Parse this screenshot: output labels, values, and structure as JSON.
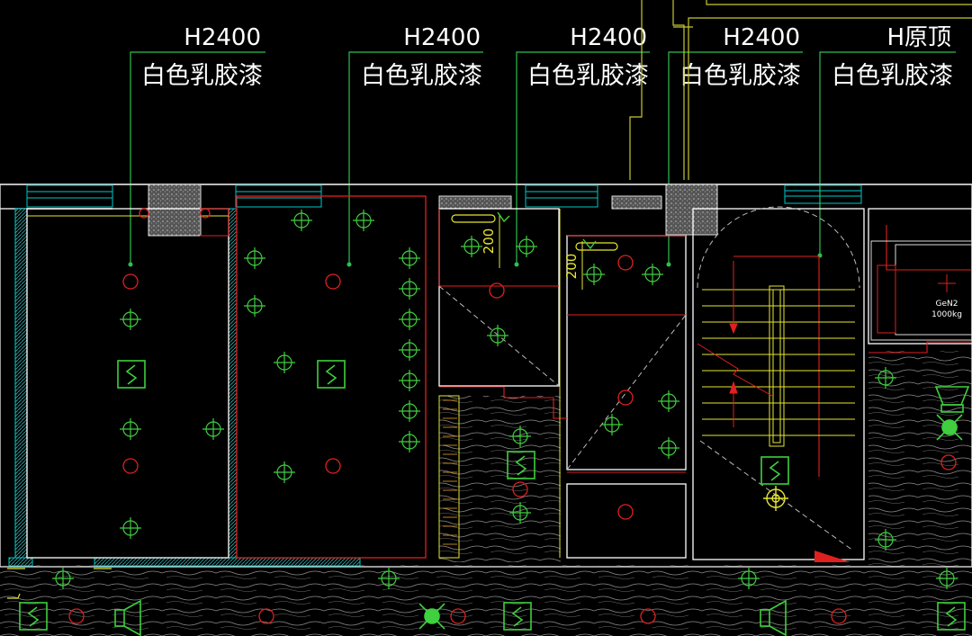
{
  "ceiling_notes": [
    {
      "code": "H2400",
      "material": "白色乳胶漆"
    },
    {
      "code": "H2400",
      "material": "白色乳胶漆"
    },
    {
      "code": "H2400",
      "material": "白色乳胶漆"
    },
    {
      "code": "H2400",
      "material": "白色乳胶漆"
    },
    {
      "code": "H原顶",
      "material": "白色乳胶漆"
    }
  ],
  "dimensions": [
    "200",
    "200"
  ],
  "elevator": {
    "label": "GeN2",
    "capacity": "1000kg"
  },
  "colors": {
    "background": "#000000",
    "wall": "#ffffff",
    "ceiling_line": "#e6e632",
    "fixture": "#3fcf3f",
    "downlight": "#e02020",
    "leader": "#2fbf4f",
    "glass": "#00c8c8",
    "wood_pattern": "#9a9a9a"
  },
  "icons": [
    "downlight-icon",
    "spotlight-icon",
    "smoke-detector-icon",
    "speaker-icon",
    "emergency-light-icon",
    "fire-sprinkler-icon"
  ]
}
